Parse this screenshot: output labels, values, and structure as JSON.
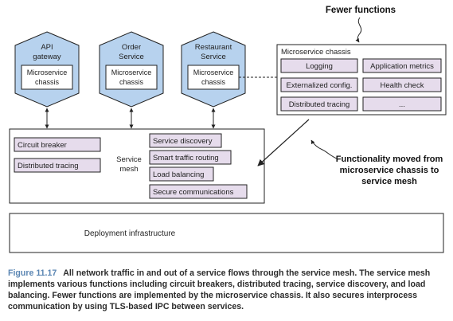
{
  "annotations": {
    "fewer_functions": "Fewer functions",
    "moved_line1": "Functionality moved from",
    "moved_line2": "microservice chassis to",
    "moved_line3": "service mesh"
  },
  "services": [
    {
      "name_line1": "API",
      "name_line2": "gateway",
      "chassis_line1": "Microservice",
      "chassis_line2": "chassis"
    },
    {
      "name_line1": "Order",
      "name_line2": "Service",
      "chassis_line1": "Microservice",
      "chassis_line2": "chassis"
    },
    {
      "name_line1": "Restaurant",
      "name_line2": "Service",
      "chassis_line1": "Microservice",
      "chassis_line2": "chassis"
    }
  ],
  "chassis_panel": {
    "title": "Microservice chassis",
    "items": [
      "Logging",
      "Application metrics",
      "Externalized config.",
      "Health check",
      "Distributed tracing",
      "..."
    ]
  },
  "service_mesh": {
    "label_line1": "Service",
    "label_line2": "mesh",
    "left_items": [
      "Circuit breaker",
      "Distributed tracing"
    ],
    "right_items": [
      "Service discovery",
      "Smart traffic routing",
      "Load balancing",
      "Secure communications"
    ]
  },
  "infrastructure": {
    "label": "Deployment infrastructure"
  },
  "caption": {
    "figure_number": "Figure 11.17",
    "text": "All network traffic in and out of a service flows through the service mesh. The service mesh implements various functions including circuit breakers, distributed tracing, service discovery, and load balancing. Fewer functions are implemented by the microservice chassis. It also secures interprocess communication by using TLS-based IPC between services."
  },
  "colors": {
    "hexagon_fill": "#b7d2ee",
    "box_fill": "#e6dcec",
    "border": "#222222",
    "caption_accent": "#5b86b3"
  }
}
